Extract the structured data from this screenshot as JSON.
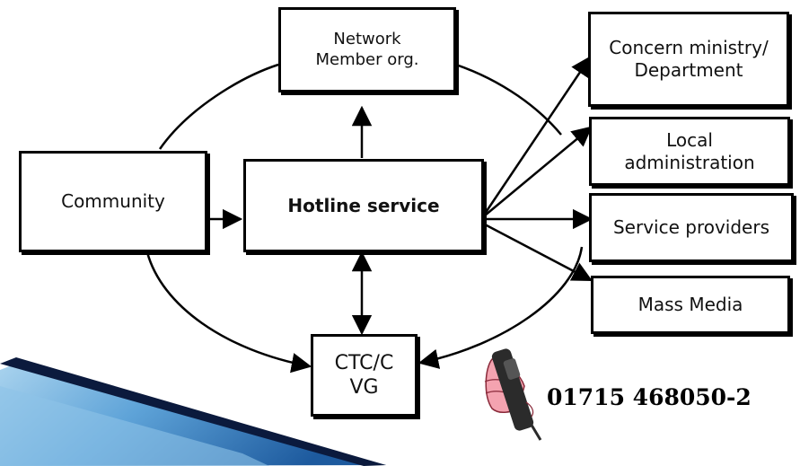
{
  "diagram": {
    "nodes": {
      "network_member": "Network\nMember org.",
      "concern_ministry": "Concern ministry/\nDepartment",
      "local_admin": "Local\nadministration",
      "service_providers": "Service providers",
      "mass_media": "Mass Media",
      "community": "Community",
      "hotline_service": "Hotline service",
      "ctc": "CTC/C\nVG"
    }
  },
  "contact": {
    "phone_number": "01715 468050-2",
    "phone_icon": "telephone-handset-icon"
  },
  "colors": {
    "stroke": "#000000",
    "background": "#ffffff",
    "ribbon_dark": "#0b1a3d",
    "ribbon_blue": "#2f73b8",
    "ribbon_light": "#a9d3ee",
    "hand_skin": "#f4a3b0",
    "handset": "#2b2b2b"
  }
}
